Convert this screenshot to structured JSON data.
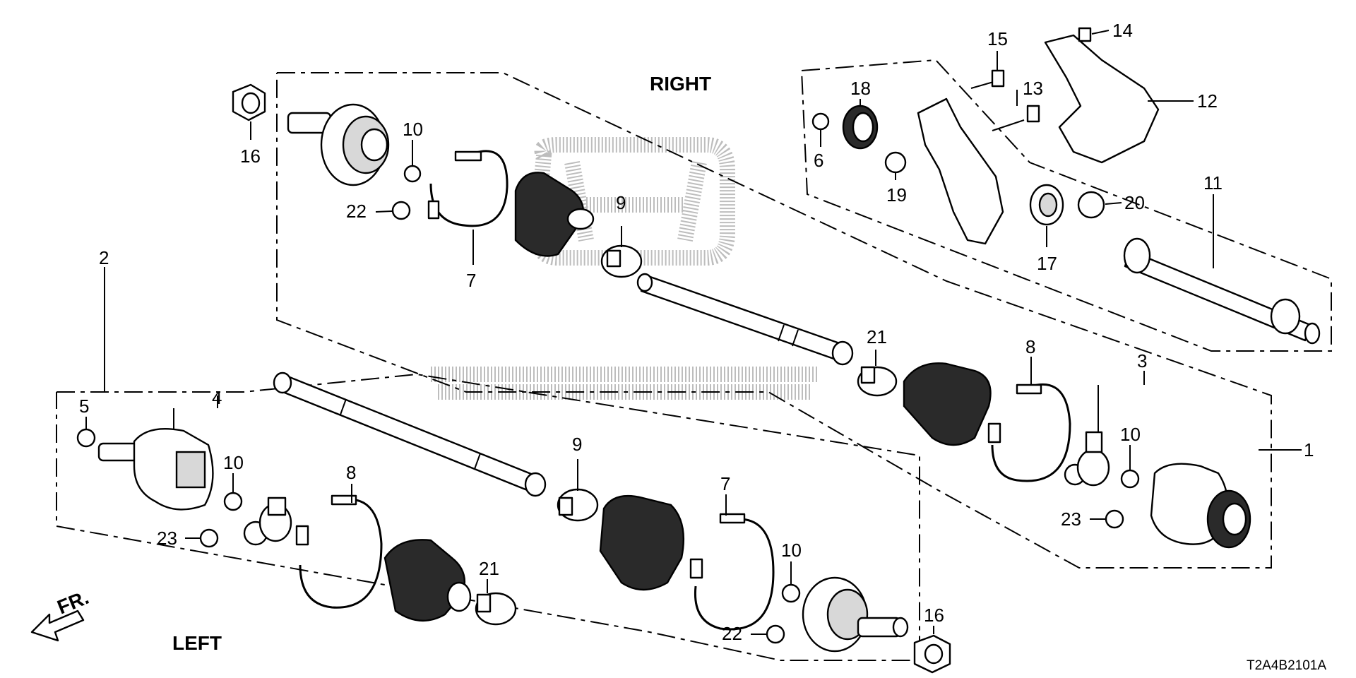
{
  "diagram": {
    "side_right": "RIGHT",
    "side_left": "LEFT",
    "front_arrow_label": "FR.",
    "code": "T2A4B2101A",
    "callouts": {
      "c1": "1",
      "c2": "2",
      "c3": "3",
      "c4": "4",
      "c5": "5",
      "c6": "6",
      "c7a": "7",
      "c7b": "7",
      "c8a": "8",
      "c8b": "8",
      "c9a": "9",
      "c9b": "9",
      "c10a": "10",
      "c10b": "10",
      "c10c": "10",
      "c10d": "10",
      "c11": "11",
      "c12": "12",
      "c13": "13",
      "c14": "14",
      "c15": "15",
      "c16a": "16",
      "c16b": "16",
      "c17": "17",
      "c18": "18",
      "c19": "19",
      "c20": "20",
      "c21a": "21",
      "c21b": "21",
      "c22a": "22",
      "c22b": "22",
      "c23a": "23",
      "c23b": "23"
    }
  }
}
